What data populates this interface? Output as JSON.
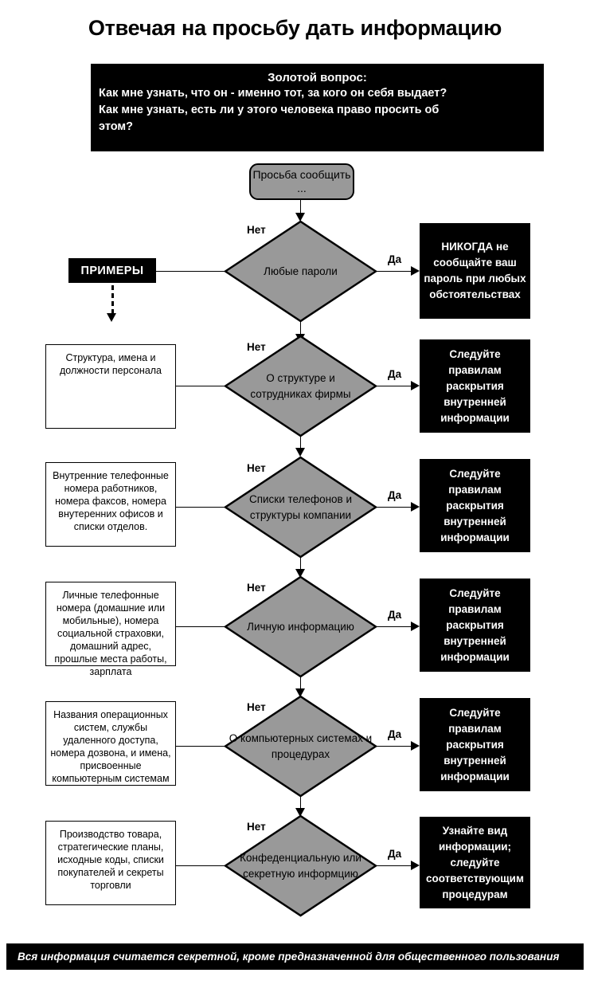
{
  "title": "Отвечая на просьбу дать информацию",
  "golden_question": {
    "heading": "Золотой вопрос:",
    "line1": "Как мне узнать, что он - именно тот, за кого он себя выдает?",
    "line2": "Как мне узнать, есть ли у этого человека право просить об",
    "line3": "этом?"
  },
  "start_node": {
    "label": "Просьба сообщить ..."
  },
  "examples_label": "ПРИМЕРЫ",
  "edge_labels": {
    "no": "Нет",
    "yes": "Да"
  },
  "colors": {
    "diamond_fill": "#999999",
    "diamond_stroke": "#000000",
    "result_bg": "#000000",
    "result_text": "#ffffff",
    "page_bg": "#ffffff"
  },
  "rows": [
    {
      "id": "passwords",
      "decision": "Любые пароли",
      "example": "",
      "has_example_box": false,
      "result": "НИКОГДА не сообщайте ваш пароль при любых обстоятельствах"
    },
    {
      "id": "company-structure",
      "decision": "О структуре и сотрудниках фирмы",
      "example": "Структура, имена и должности персонала",
      "has_example_box": true,
      "result": "Следуйте правилам раскрытия внутренней информации"
    },
    {
      "id": "phone-lists",
      "decision": "Списки телефонов и структуры компании",
      "example": "Внутренние телефонные номера работников, номера факсов, номера внутеренних офисов и списки отделов.",
      "has_example_box": true,
      "result": "Следуйте правилам раскрытия внутренней информации"
    },
    {
      "id": "personal-info",
      "decision": "Личную информацию",
      "example": "Личные телефонные номера (домашние или мобильные), номера социальной страховки, домашний адрес, прошлые места работы, зарплата",
      "has_example_box": true,
      "result": "Следуйте правилам раскрытия внутренней информации"
    },
    {
      "id": "computer-systems",
      "decision": "О компьютерных системах и процедурах",
      "example": "Названия операционных систем, службы удаленного доступа, номера дозвона, и имена, присвоенные компьютерным системам",
      "has_example_box": true,
      "result": "Следуйте правилам раскрытия внутренней информации"
    },
    {
      "id": "confidential",
      "decision": "Конфеденциальную или секретную информцию",
      "example": "Производство товара, стратегические планы, исходные коды, списки покупателей и секреты торговли",
      "has_example_box": true,
      "result": "Узнайте вид информации; следуйте соответствующим процедурам"
    }
  ],
  "footer": "Вся информация считается секретной, кроме предназначенной для общественного пользования"
}
